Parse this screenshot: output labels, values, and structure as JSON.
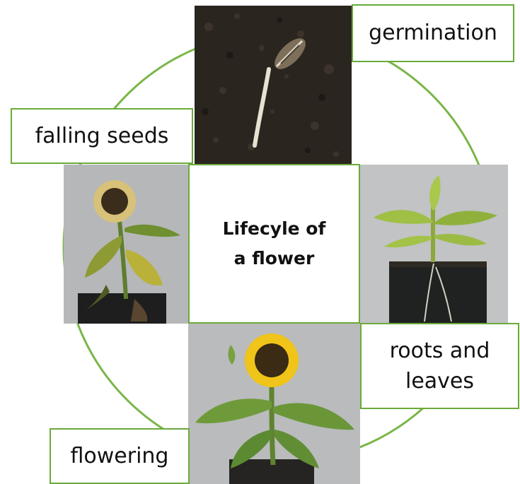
{
  "center": {
    "title": "Lifecyle of\na flower"
  },
  "stages": {
    "germination": "germination",
    "roots_and_leaves": "roots and leaves",
    "flowering": "flowering",
    "falling_seeds": "falling seeds"
  },
  "colors": {
    "accent_green": "#6aaa3a",
    "soil_dark": "#2a2520",
    "photo_background": "#b9bbbd"
  }
}
